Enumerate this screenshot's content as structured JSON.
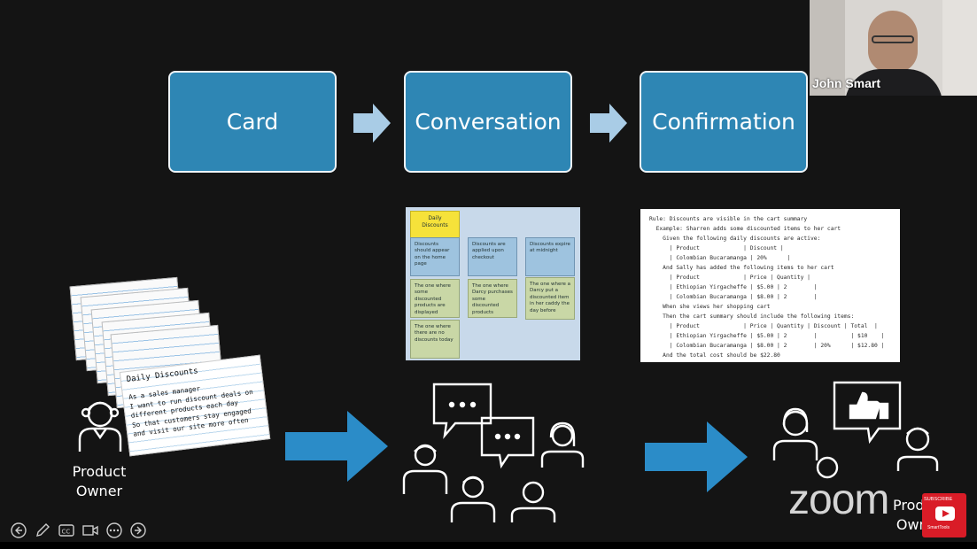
{
  "slide": {
    "stages": [
      {
        "label": "Card"
      },
      {
        "label": "Conversation"
      },
      {
        "label": "Confirmation"
      }
    ],
    "sticky_board": {
      "header": "Daily Discounts",
      "notes": [
        "Discounts should appear on the home page",
        "Discounts are applied upon checkout",
        "Discounts expire at midnight",
        "The one where some discounted products are displayed",
        "The one where Darcy purchases some discounted products",
        "The one where a Darcy put a discounted item in her caddy the day before",
        "The one where there are no discounts today"
      ]
    },
    "gherkin": {
      "lines": [
        "Rule: Discounts are visible in the cart summary",
        "  Example: Sharren adds some discounted items to her cart",
        "    Given the following daily discounts are active:",
        "      | Product             | Discount |",
        "      | Colombian Bucaramanga | 20%      |",
        "    And Sally has added the following items to her cart",
        "      | Product             | Price | Quantity |",
        "      | Ethiopian Yirgacheffe | $5.00 | 2        |",
        "      | Colombian Bucaramanga | $8.00 | 2        |",
        "    When she views her shopping cart",
        "    Then the cart summary should include the following items:",
        "      | Product             | Price | Quantity | Discount | Total  |",
        "      | Ethiopian Yirgacheffe | $5.00 | 2        |          | $10    |",
        "      | Colombian Bucaramanga | $8.00 | 2        | 20%      | $12.80 |",
        "    And the total cost should be $22.80"
      ]
    },
    "index_card": {
      "title": "Daily Discounts",
      "body": "As a sales manager\nI want to run discount deals on\ndifferent products each day\nSo that customers stay engaged\nand visit our site more often"
    },
    "left_label": "Product\nOwner",
    "right_label": "Product\nOwner",
    "colors": {
      "stage_box": "#2e86b4",
      "arrow_light": "#a9cce6",
      "arrow_dark": "#2b8cc8",
      "background": "#141414"
    }
  },
  "video": {
    "speaker_name": "John Smart",
    "brand_watermark": "zoom",
    "subscribe_badge": "SUBSCRIBE",
    "channel_badge": "SmartTools"
  },
  "toolbar": {
    "icons": [
      "back-icon",
      "pen-icon",
      "captions-icon",
      "camera-icon",
      "more-icon",
      "forward-icon"
    ]
  }
}
